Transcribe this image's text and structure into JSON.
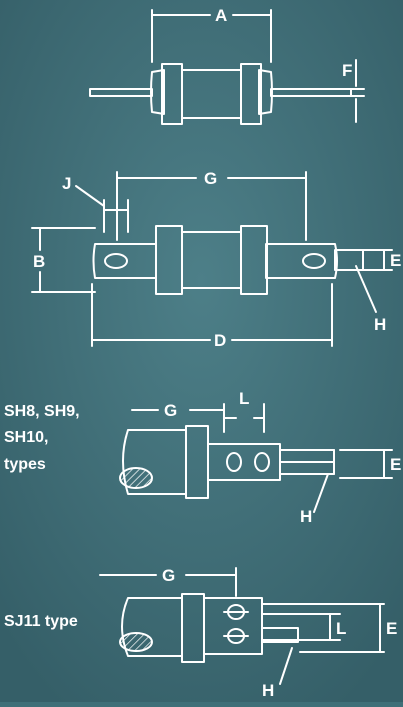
{
  "colors": {
    "background": "#3f6f78",
    "stroke": "#ffffff"
  },
  "figure1": {
    "dim_a": "A",
    "dim_f": "F"
  },
  "figure2": {
    "dim_j": "J",
    "dim_g": "G",
    "dim_b": "B",
    "dim_e": "E",
    "dim_h": "H",
    "dim_d": "D"
  },
  "figure3": {
    "caption_lines": [
      "SH8, SH9,",
      "SH10,",
      "types"
    ],
    "dim_g": "G",
    "dim_l": "L",
    "dim_e": "E",
    "dim_h": "H"
  },
  "figure4": {
    "caption": "SJ11 type",
    "dim_g": "G",
    "dim_l": "L",
    "dim_e": "E",
    "dim_h": "H"
  }
}
